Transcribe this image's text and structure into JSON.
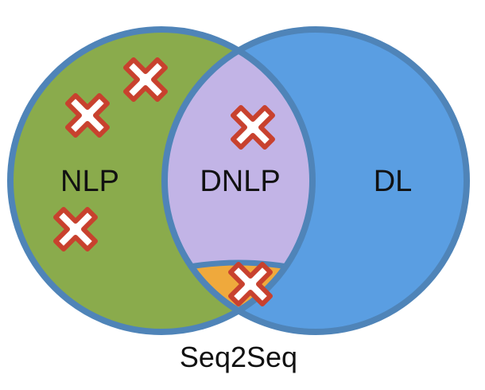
{
  "diagram": {
    "labels": {
      "nlp": "NLP",
      "dnlp": "DNLP",
      "dl": "DL",
      "seq2seq": "Seq2Seq"
    },
    "colors": {
      "nlp_fill": "#8aab4c",
      "dl_fill": "#5a9ee2",
      "overlap_fill": "#c2b4e6",
      "seq2seq_fill": "#efa93c",
      "outline": "#4f84b8",
      "marker_fill": "#ffffff",
      "marker_stroke": "#c8412e"
    },
    "marker_icon": "x-cross-icon",
    "marker_count": 5
  }
}
